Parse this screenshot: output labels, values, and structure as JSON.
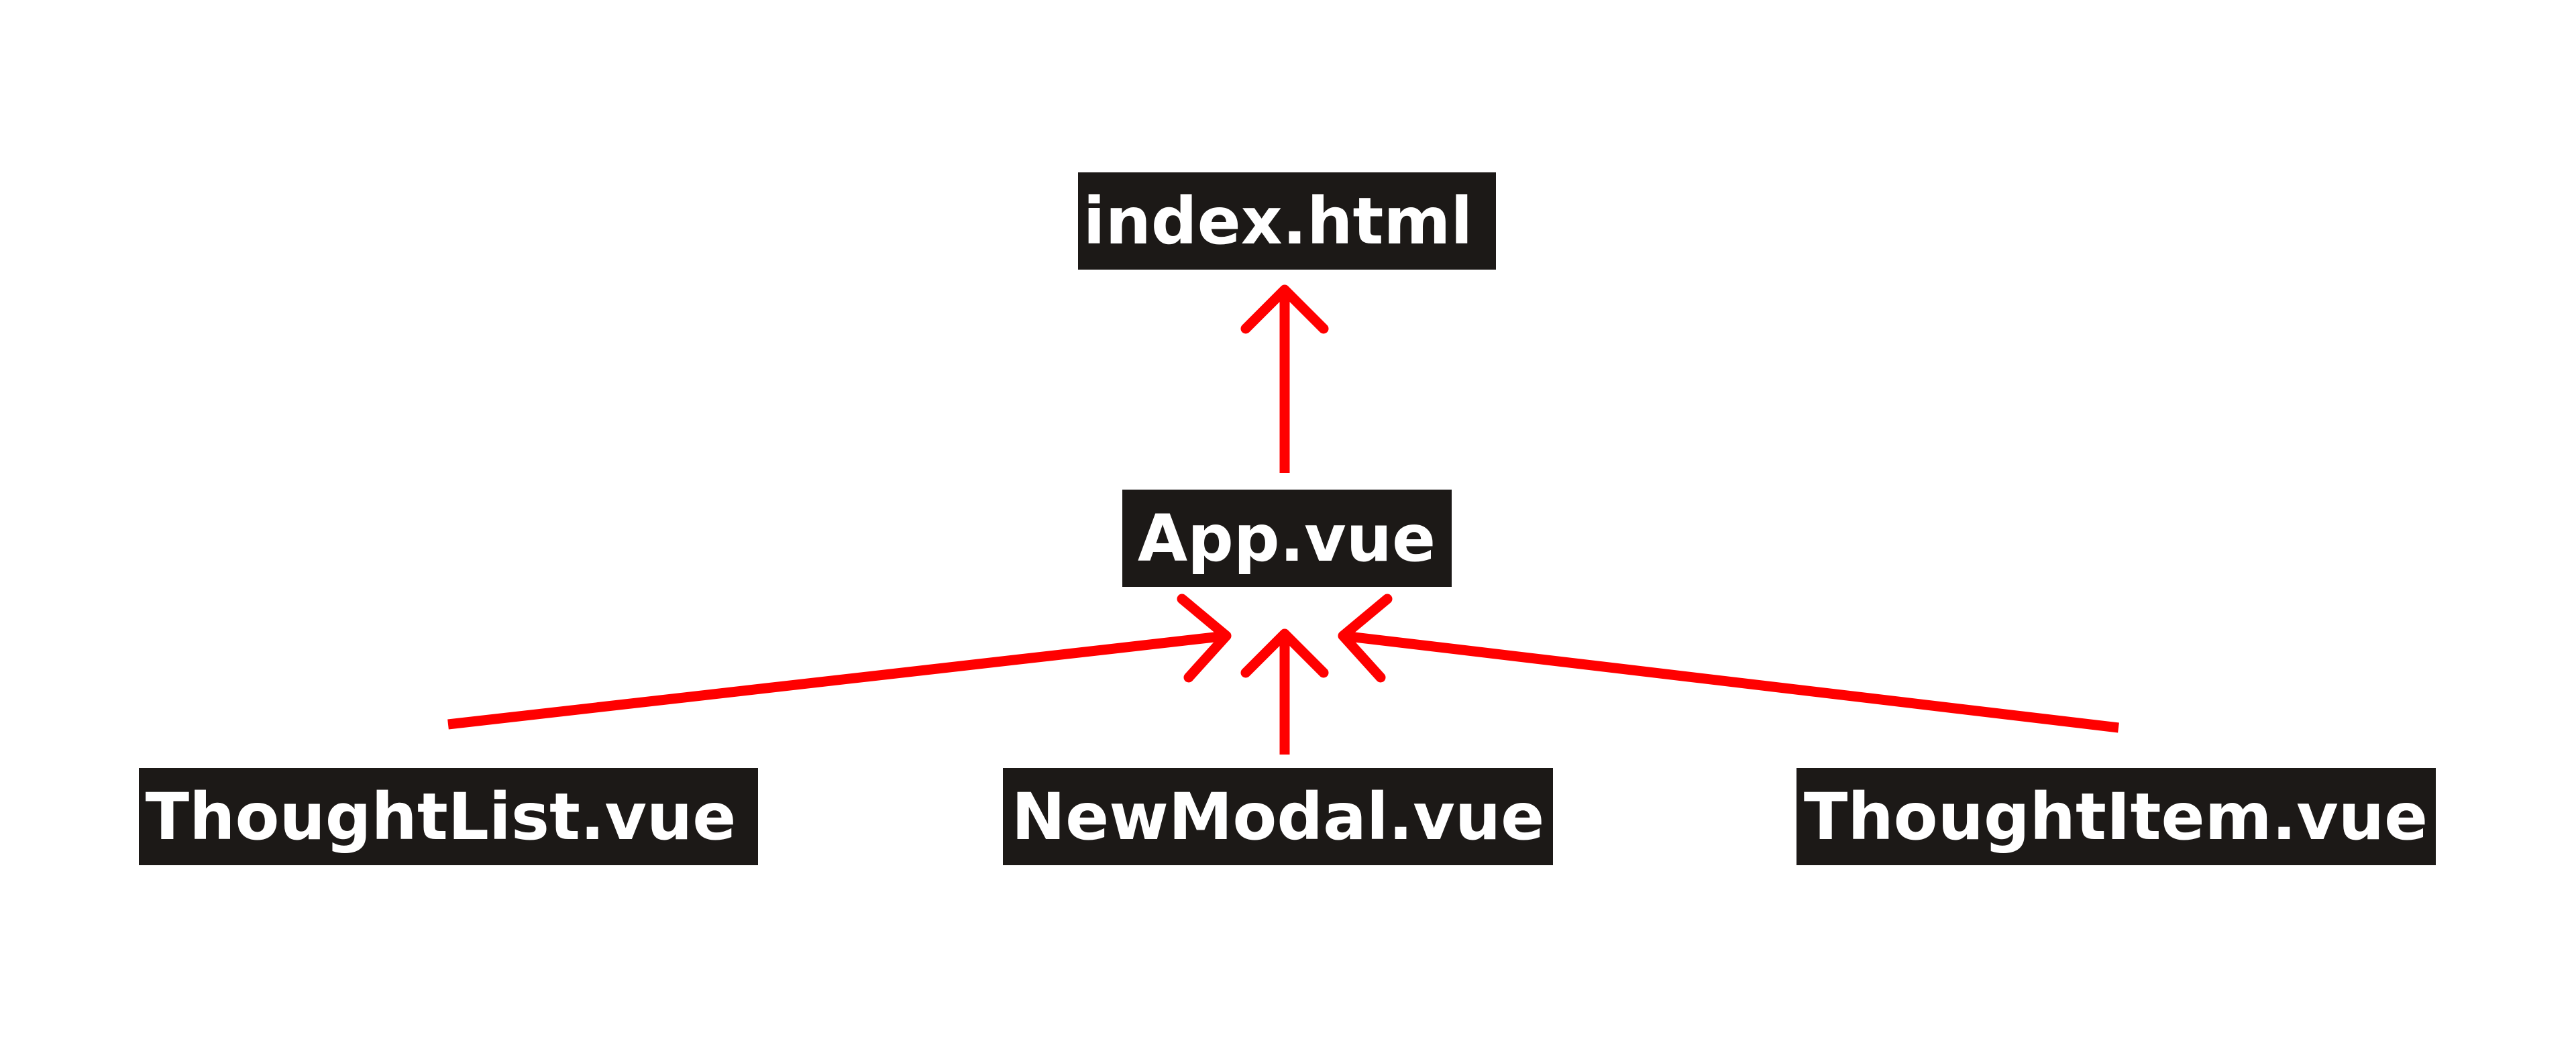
{
  "diagram": {
    "colors": {
      "node_fill": "#1c1917",
      "node_text": "#ffffff",
      "edge": "#ff0000",
      "background": "#ffffff"
    },
    "nodes": [
      {
        "id": "index",
        "label": "index.html"
      },
      {
        "id": "app",
        "label": "App.vue"
      },
      {
        "id": "thoughtlist",
        "label": "ThoughtList.vue"
      },
      {
        "id": "newmodal",
        "label": "NewModal.vue"
      },
      {
        "id": "thoughtitem",
        "label": "ThoughtItem.vue"
      }
    ],
    "edges": [
      {
        "from": "app",
        "to": "index"
      },
      {
        "from": "thoughtlist",
        "to": "app"
      },
      {
        "from": "newmodal",
        "to": "app"
      },
      {
        "from": "thoughtitem",
        "to": "app"
      }
    ]
  }
}
